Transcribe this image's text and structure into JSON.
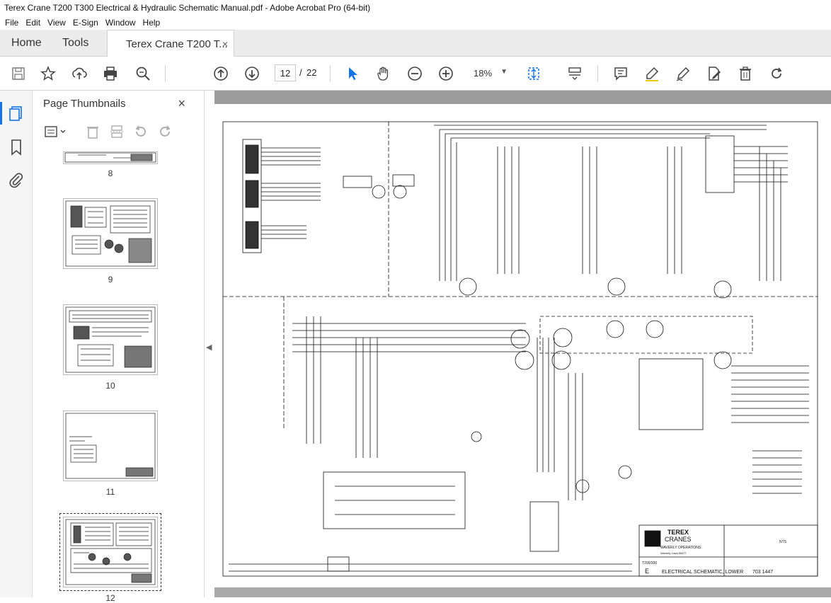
{
  "window": {
    "title": "Terex Crane T200 T300 Electrical & Hydraulic Schematic Manual.pdf - Adobe Acrobat Pro (64-bit)"
  },
  "menu": [
    "File",
    "Edit",
    "View",
    "E-Sign",
    "Window",
    "Help"
  ],
  "tabs": {
    "home": "Home",
    "tools": "Tools",
    "doc": "Terex Crane T200 T...",
    "close": "×"
  },
  "toolbar": {
    "current_page": "12",
    "page_separator": "/",
    "total_pages": "22",
    "zoom": "18%"
  },
  "panel": {
    "title": "Page Thumbnails",
    "close": "×",
    "thumbnails": [
      {
        "label": "8"
      },
      {
        "label": "9"
      },
      {
        "label": "10"
      },
      {
        "label": "11"
      },
      {
        "label": "12"
      }
    ]
  },
  "document": {
    "company": "TEREX",
    "company2": "CRANES",
    "division": "WAVERLY OPERATIONS",
    "location": "Waverly, Iowa 50677",
    "title1": "ELECTRICAL SCHEMATIC, LOWER",
    "number": "703 1447",
    "model": "T200/300",
    "sheet": "E",
    "scale": "NTS"
  },
  "icons": {
    "save": "save-icon",
    "star": "bookmark-star-icon",
    "upload": "share-upload-icon",
    "print": "print-icon",
    "search": "zoom-search-icon",
    "up": "prev-page-icon",
    "down": "next-page-icon",
    "select": "select-cursor-icon",
    "hand": "hand-pan-icon",
    "zoomout": "zoom-out-icon",
    "zoomin": "zoom-in-icon",
    "fit": "fit-page-icon",
    "scroll": "scroll-mode-icon",
    "comment": "comment-icon",
    "highlight": "highlight-icon",
    "sign": "sign-icon",
    "send": "send-edit-icon",
    "delete": "delete-icon",
    "redo": "redo-icon"
  },
  "colors": {
    "accent": "#1473e6",
    "viewer_bg": "#9b9b9b",
    "tabbar_bg": "#ececec"
  }
}
